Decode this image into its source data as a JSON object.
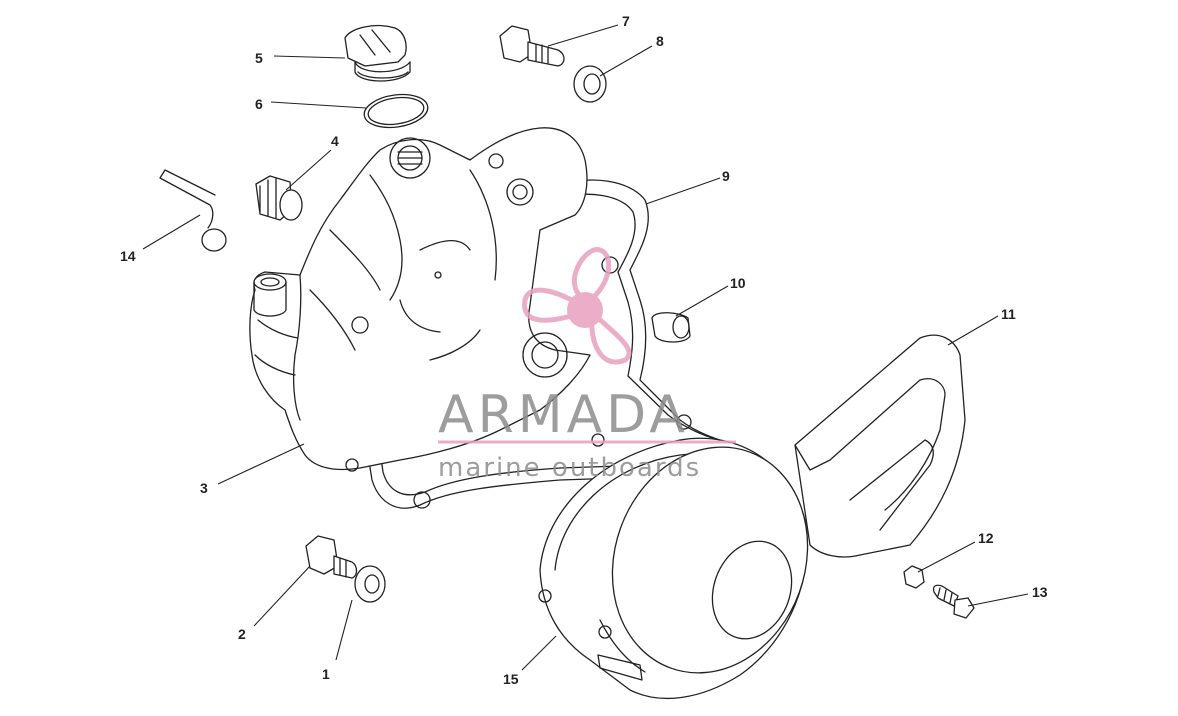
{
  "callouts": [
    "1",
    "2",
    "3",
    "4",
    "5",
    "6",
    "7",
    "8",
    "9",
    "10",
    "11",
    "12",
    "13",
    "14",
    "15"
  ],
  "watermark": {
    "brand": "ARMADA",
    "tagline": "marine outboards",
    "logo_color": "#e8a0c0",
    "text_color": "#8c8c8c"
  }
}
